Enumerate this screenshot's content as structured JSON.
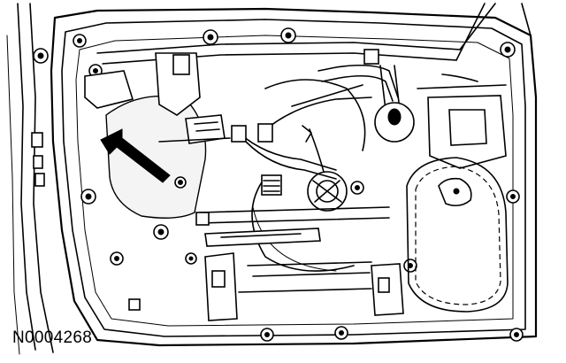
{
  "figure": {
    "reference_code": "N0004268"
  },
  "colors": {
    "ink": "#000000",
    "paper": "#ffffff"
  },
  "callouts": [
    {
      "name": "arrow-callout",
      "icon": "arrow-icon",
      "points_to": "bolt-fastener"
    }
  ]
}
